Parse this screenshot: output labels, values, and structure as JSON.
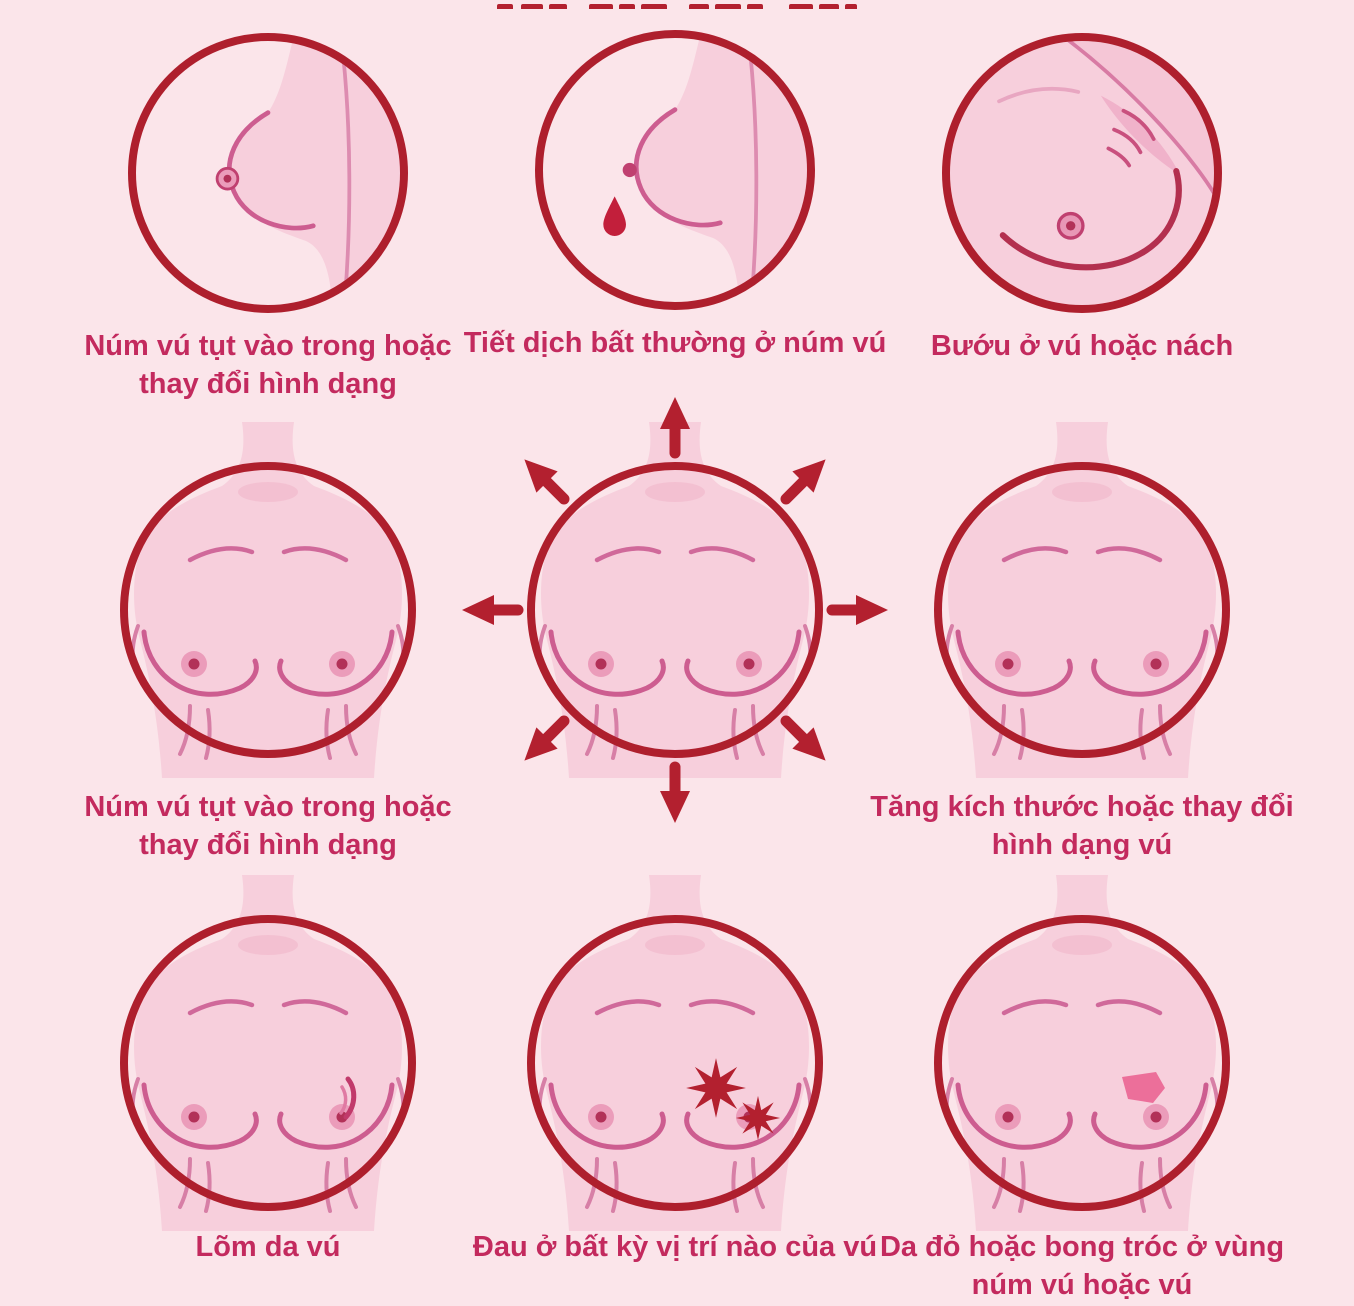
{
  "page": {
    "background_color": "#fbe5ea",
    "ring_color": "#ae1f2d",
    "caption_color": "#c32a5e",
    "arrow_color": "#b3202f",
    "skin_color": "#f7cfdc",
    "note": "Vietnamese breast-cancer warning-signs infographic, 3x3 grid of illustrated circles; title cropped off at top edge"
  },
  "cells": [
    {
      "icon": "breast-profile-retracted-nipple-illustration",
      "caption_line1": "Núm vú tụt vào trong hoặc",
      "caption_line2": "thay đổi hình dạng"
    },
    {
      "icon": "breast-profile-nipple-discharge-illustration",
      "caption_line1": "Tiết dịch bất thường ở núm vú",
      "caption_line2": ""
    },
    {
      "icon": "breast-armpit-lump-illustration",
      "caption_line1": "Bướu ở vú hoặc nách",
      "caption_line2": ""
    },
    {
      "icon": "torso-front-retracted-nipple-illustration",
      "caption_line1": "Núm vú tụt vào trong hoặc",
      "caption_line2": "thay đổi hình dạng"
    },
    {
      "icon": "torso-front-radiating-arrows-illustration",
      "caption_line1": "",
      "caption_line2": ""
    },
    {
      "icon": "torso-front-size-change-illustration",
      "caption_line1": "Tăng kích thước hoặc thay đổi",
      "caption_line2": "hình dạng vú"
    },
    {
      "icon": "torso-front-skin-dimpling-illustration",
      "caption_line1": "Lõm da vú",
      "caption_line2": ""
    },
    {
      "icon": "torso-front-breast-pain-illustration",
      "caption_line1": "Đau ở bất kỳ vị trí nào của vú",
      "caption_line2": ""
    },
    {
      "icon": "torso-front-red-flaky-skin-illustration",
      "caption_line1": "Da đỏ hoặc bong tróc ở vùng",
      "caption_line2": "núm vú hoặc vú"
    }
  ]
}
